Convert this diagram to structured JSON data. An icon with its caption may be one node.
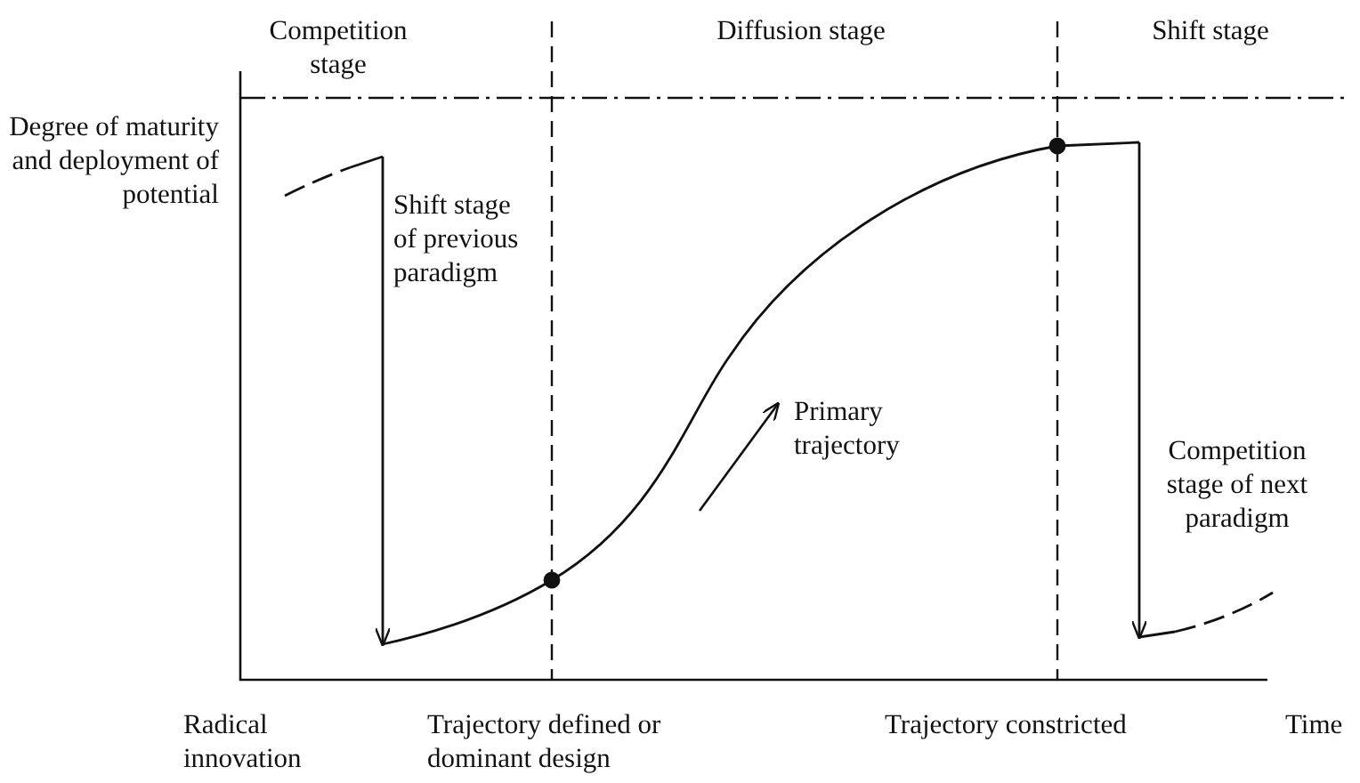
{
  "diagram": {
    "labels": [
      "Competition stage",
      "Diffusion stage",
      "Shift stage",
      "Degree of maturity and deployment of potential",
      "Shift stage of previous paradigm",
      "Primary trajectory",
      "Competition stage of next paradigm",
      "Radical innovation",
      "Trajectory defined or dominant design",
      "Trajectory constricted",
      "Time"
    ]
  }
}
